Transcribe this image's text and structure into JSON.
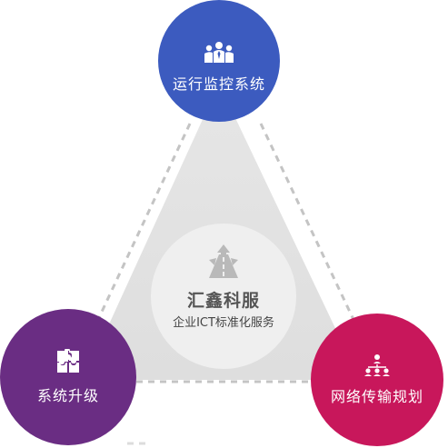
{
  "diagram": {
    "center": {
      "title": "汇鑫科服",
      "subtitle": "企业ICT标准化服务",
      "icon": "road-icon"
    },
    "nodes": [
      {
        "id": "top",
        "label": "运行监控系统",
        "icon": "team-icon",
        "color": "#3c5bbf"
      },
      {
        "id": "left",
        "label": "系统升级",
        "icon": "puzzle-icon",
        "color": "#6a2d83"
      },
      {
        "id": "right",
        "label": "网络传输规划",
        "icon": "network-icon",
        "color": "#c8175b"
      }
    ],
    "colors": {
      "triangle_fill": "#e3e3e3",
      "dashed_line": "#c4c4c4",
      "center_circle": "#efefef"
    }
  }
}
